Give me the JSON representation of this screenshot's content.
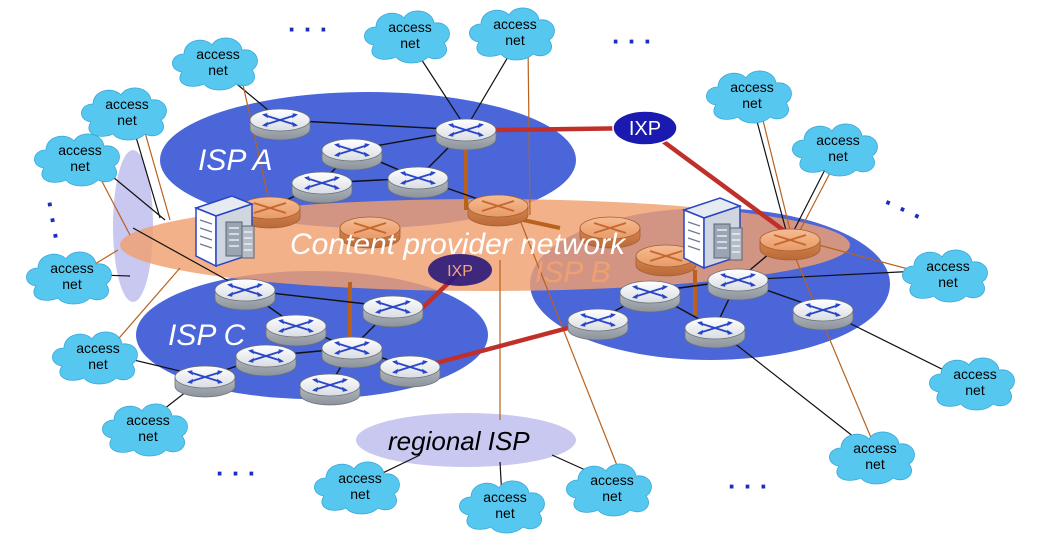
{
  "access_net_label": [
    "access",
    "net"
  ],
  "isp_a": "ISP A",
  "isp_b": "ISP B",
  "isp_c": "ISP C",
  "content_provider": "Content provider network",
  "regional_isp": "regional ISP",
  "ixp_top": "IXP",
  "ixp_middle": "IXP",
  "ellipsis": "· · ·",
  "colors": {
    "isp_blue": "#4a66d8",
    "content_orange": "#f0a070",
    "regional_lavender": "#c8c8f0",
    "cloud_cyan": "#56c8f0",
    "ixp_navy": "#1a1ab0",
    "peering_red": "#c0302a",
    "link_brown": "#b8621e"
  }
}
